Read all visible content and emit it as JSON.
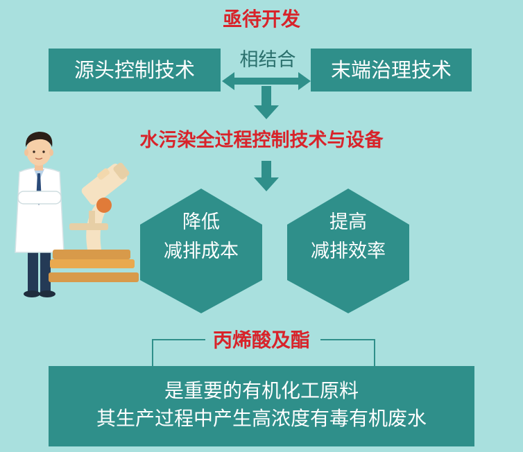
{
  "header": {
    "title": "亟待开发"
  },
  "top_row": {
    "left_box": "源头控制技术",
    "connector": "相结合",
    "right_box": "末端治理技术"
  },
  "main": {
    "title": "水污染全过程控制技术与设备"
  },
  "hexagons": [
    {
      "line1": "降低",
      "line2": "减排成本"
    },
    {
      "line1": "提高",
      "line2": "减排效率"
    }
  ],
  "acid": {
    "title": "丙烯酸及酯",
    "line1": "是重要的有机化工原料",
    "line2": "其生产过程中产生高浓度有毒有机废水"
  },
  "colors": {
    "background": "#a9e0de",
    "box": "#2f8f8a",
    "title_red": "#d8232a",
    "arrow": "#2f8f8a"
  }
}
